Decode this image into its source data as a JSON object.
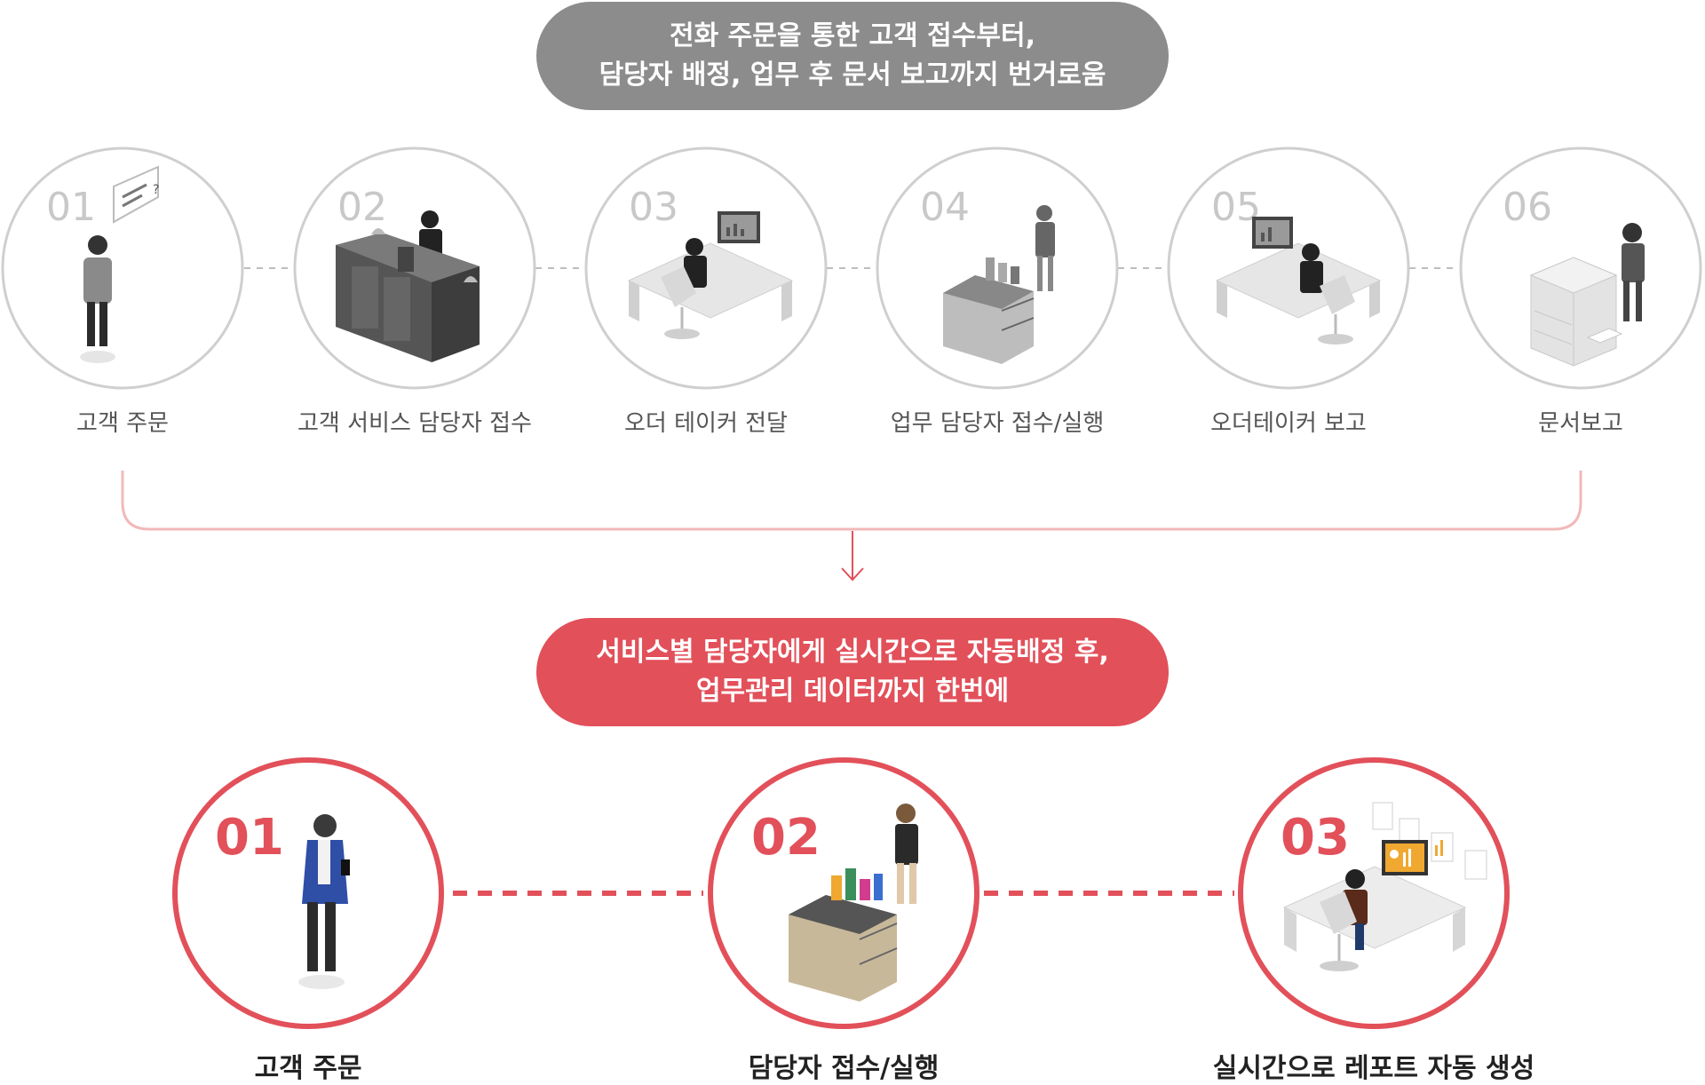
{
  "top_banner": {
    "line1": "전화 주문을 통한 고객 접수부터,",
    "line2": "담당자 배정, 업무 후 문서 보고까지 번거로움"
  },
  "old_process": [
    {
      "number": "01",
      "label": "고객 주문",
      "icon": "customer-phone-icon"
    },
    {
      "number": "02",
      "label": "고객 서비스 담당자 접수",
      "icon": "front-desk-icon"
    },
    {
      "number": "03",
      "label": "오더 테이커 전달",
      "icon": "office-desk-worker-icon"
    },
    {
      "number": "04",
      "label": "업무 담당자 접수/실행",
      "icon": "housekeeping-cart-icon"
    },
    {
      "number": "05",
      "label": "오더테이커 보고",
      "icon": "office-desk-report-icon"
    },
    {
      "number": "06",
      "label": "문서보고",
      "icon": "copy-machine-icon"
    }
  ],
  "bottom_banner": {
    "line1": "서비스별 담당자에게 실시간으로 자동배정 후,",
    "line2": "업무관리 데이터까지 한번에"
  },
  "new_process": [
    {
      "number": "01",
      "label": "고객 주문",
      "icon": "customer-mobile-icon"
    },
    {
      "number": "02",
      "label": "담당자 접수/실행",
      "icon": "housekeeping-cart-color-icon"
    },
    {
      "number": "03",
      "label": "실시간으로 레포트 자동 생성",
      "icon": "realtime-report-icon"
    }
  ],
  "colors": {
    "accent": "#e2505a",
    "gray_pill": "#8c8c8c",
    "circle_gray": "#cfcfcf",
    "bracket": "#f0b8b8"
  }
}
